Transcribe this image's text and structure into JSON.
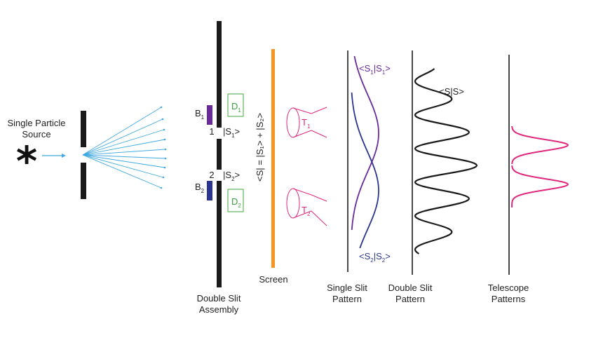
{
  "source": {
    "title_line1": "Single Particle",
    "title_line2": "Source",
    "star_glyph": "*"
  },
  "slits": {
    "label1": "1",
    "label2": "2",
    "ket1_prefix": "|S",
    "ket1_sub": "1",
    "ket1_suffix": ">",
    "ket2_prefix": "|S",
    "ket2_sub": "2",
    "ket2_suffix": ">",
    "b1": "B",
    "b1_sub": "1",
    "b2": "B",
    "b2_sub": "2",
    "d1": "D",
    "d1_sub": "1",
    "d2": "D",
    "d2_sub": "2",
    "caption_line1": "Double Slit",
    "caption_line2": "Assembly"
  },
  "screen": {
    "rotated_label": "<S| = |S₁> + |S₂>",
    "caption": "Screen"
  },
  "telescopes": {
    "t1": "T",
    "t1_sub": "1",
    "t2": "T",
    "t2_sub": "2",
    "caption_line1": "Telescope",
    "caption_line2": "Patterns"
  },
  "single_pattern": {
    "top_prefix": "<S",
    "top_sub1": "1",
    "top_mid": "|S",
    "top_sub2": "1",
    "top_suffix": ">",
    "bottom_prefix": "<S",
    "bottom_sub1": "2",
    "bottom_mid": "|S",
    "bottom_sub2": "2",
    "bottom_suffix": ">",
    "caption_line1": "Single Slit",
    "caption_line2": "Pattern"
  },
  "double_pattern": {
    "label": "<S|S>",
    "caption_line1": "Double Slit",
    "caption_line2": "Pattern"
  },
  "colors": {
    "black": "#1a1a1a",
    "rays": "#3fa9e0",
    "purple": "#6a2a9a",
    "navy": "#2a3590",
    "green": "#3aa33a",
    "orange": "#f7931e",
    "magenta": "#e0287e",
    "detector_box": "#4db04a"
  }
}
